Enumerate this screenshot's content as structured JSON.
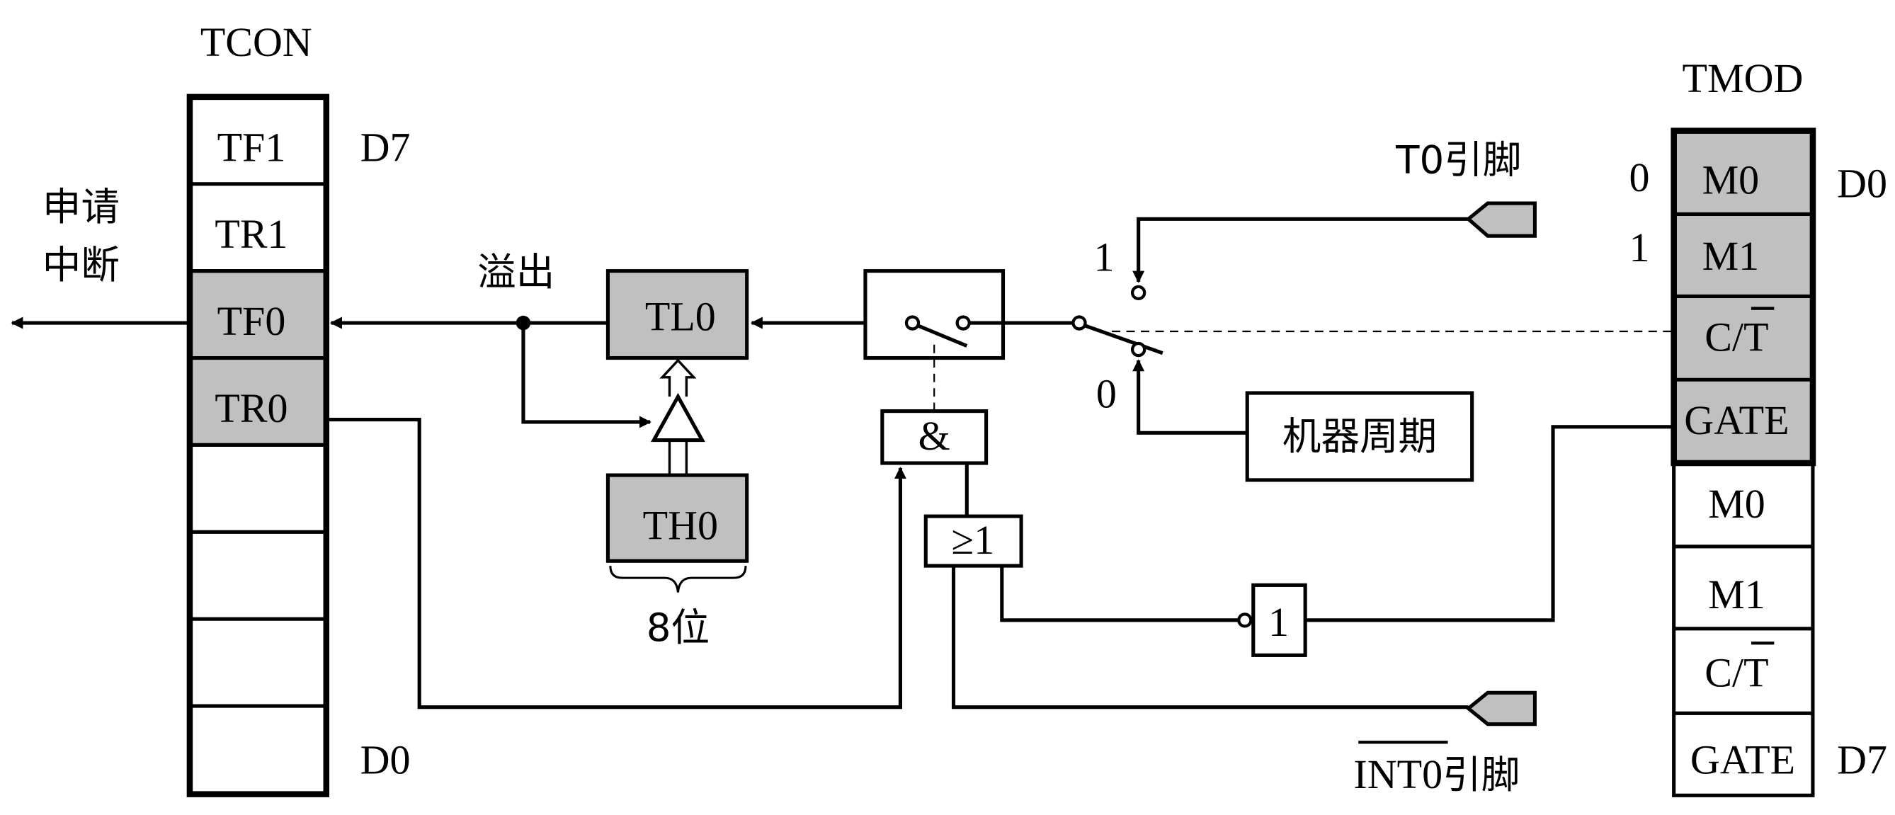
{
  "tcon": {
    "title": "TCON",
    "cells": [
      "TF1",
      "TR1",
      "TF0",
      "TR0",
      "",
      "",
      "",
      ""
    ],
    "msb_label": "D7",
    "lsb_label": "D0"
  },
  "tmod": {
    "title": "TMOD",
    "cells": [
      "M0",
      "M1",
      "C/T",
      "GATE",
      "M0",
      "M1",
      "C/T",
      "GATE"
    ],
    "lsb_label": "D0",
    "msb_label": "D7",
    "m0_value": "0",
    "m1_value": "1"
  },
  "labels": {
    "interrupt_request_1": "申请",
    "interrupt_request_2": "中断",
    "overflow": "溢出",
    "tl0": "TL0",
    "th0": "TH0",
    "bits": "8位",
    "and_gate": "&",
    "or_gate": "≥1",
    "not_gate": "1",
    "machine_cycle": "机器周期",
    "t0_pin": "T0引脚",
    "int0_pin_name": "INT0",
    "int0_pin_suffix": "引脚",
    "switch_pos_1": "1",
    "switch_pos_0": "0"
  },
  "colors": {
    "register_highlight": "#c0c0c0"
  }
}
